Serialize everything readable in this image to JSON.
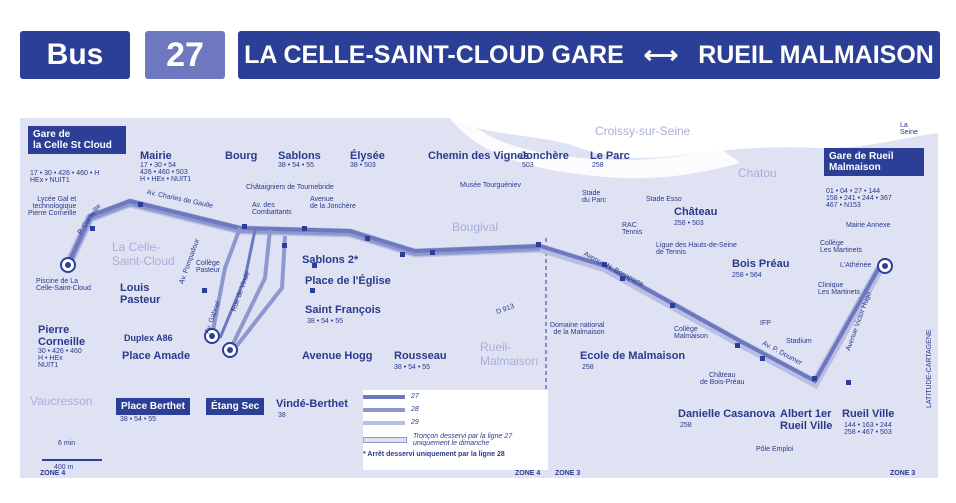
{
  "header": {
    "mode": "Bus",
    "line": "27",
    "origin": "LA CELLE-SAINT-CLOUD GARE",
    "arrow": "⟷",
    "destination": "RUEIL MALMAISON"
  },
  "colors": {
    "primary": "#2c3f96",
    "line27": "#6d78bf",
    "line28": "#8f97cf",
    "line29": "#b9bee5",
    "map_bg": "#dfe2f3"
  },
  "areas": {
    "croissy": "Croissy-sur-Seine",
    "chatou": "Chatou",
    "bougival": "Bougival",
    "la_celle": "La Celle-\nSaint-Cloud",
    "rueil": "Rueil-\nMalmaison",
    "vaucresson": "Vaucresson",
    "seine": "La\nSeine"
  },
  "stops": {
    "gare_celle": {
      "name": "Gare de\nla Celle St Cloud",
      "lines": "17 • 30 • 426 • 460 • H\nHEx • NUIT1"
    },
    "mairie": {
      "name": "Mairie",
      "lines": "17 • 30 • 54\n426 • 460 • 503\nH • HEx • NUIT1"
    },
    "bourg": {
      "name": "Bourg"
    },
    "sablons": {
      "name": "Sablons",
      "lines": "38 • 54 • 55"
    },
    "elysee": {
      "name": "Élysée",
      "lines": "38 • 503"
    },
    "chemin_vignes": {
      "name": "Chemin des Vignes"
    },
    "jonchere": {
      "name": "Jonchère",
      "lines": "503"
    },
    "le_parc": {
      "name": "Le Parc",
      "lines": "258"
    },
    "gare_rueil": {
      "name": "Gare de Rueil\nMalmaison",
      "lines": "01 • 04 • 27 • 144\n158 • 241 • 244 • 367\n467 • N153"
    },
    "louis_pasteur": {
      "name": "Louis\nPasteur"
    },
    "pierre_corneille": {
      "name": "Pierre\nCorneille",
      "lines": "30 • 426 • 460\nH • HEx\nNUIT1"
    },
    "duplex": {
      "name": "Duplex A86"
    },
    "place_amade": {
      "name": "Place Amade"
    },
    "place_berthet": {
      "name": "Place Berthet",
      "lines": "38 • 54 • 55"
    },
    "etang_sec": {
      "name": "Étang Sec"
    },
    "vinde": {
      "name": "Vindé-Berthet",
      "lines": "38"
    },
    "avenue_hogg": {
      "name": "Avenue Hogg"
    },
    "sablons2": {
      "name": "Sablons 2*"
    },
    "place_eglise": {
      "name": "Place de l'Église"
    },
    "saint_francois": {
      "name": "Saint François",
      "lines": "38 • 54 • 55"
    },
    "rousseau": {
      "name": "Rousseau",
      "lines": "38 • 54 • 55"
    },
    "ecole_malmaison": {
      "name": "Ecole de Malmaison",
      "lines": "258"
    },
    "chateau": {
      "name": "Château",
      "lines": "258 • 503"
    },
    "bois_preau": {
      "name": "Bois Préau",
      "lines": "258 • 564"
    },
    "danielle": {
      "name": "Danielle Casanova",
      "lines": "258"
    },
    "albert": {
      "name": "Albert 1er\nRueil Ville"
    },
    "rueil_ville": {
      "name": "Rueil Ville",
      "lines": "144 • 163 • 244\n258 • 467 • 503"
    }
  },
  "pois": {
    "lycee": "Lycée Gal et\ntechnologique\nPierre Corneille",
    "piscine": "Piscine de La\nCelle-Saint-Cloud",
    "college_pasteur": "Collège\nPasteur",
    "chataigniers": "Châtaigniers de Tournebride",
    "tourgueniev": "Musée Tourguéniev",
    "stade_parc": "Stade\ndu Parc",
    "stade_esso": "Stade Esso",
    "rac": "RAC\nTennis",
    "ligue": "Ligue des Hauts-de-Seine\nde Tennis",
    "domaine": "Domaine national\nde la Malmaison",
    "college_malmaison": "Collège\nMalmaison",
    "chateau_bois": "Château\nde Bois-Préau",
    "ifp": "IFP",
    "stadium": "Stadium",
    "college_martinets": "Collège\nLes Martinets",
    "athenee": "L'Athénée",
    "clinique": "Clinique\nLes Martinets",
    "mairie_annexe": "Mairie Annexe",
    "pole_emploi": "Pôle Emploi"
  },
  "streets": {
    "charles_gaulle": "Av. Charles de Gaulle",
    "combattants": "Av. des\nCombattants",
    "jonchere": "Avenue\nde la Jonchère",
    "corneille": "P. Corneille",
    "pompadour": "Av. Pompadour",
    "gabriel": "Av. Gabriel",
    "vinde": "Rue de Vindé",
    "d913": "D 913",
    "napoleon": "Avenue N. Bonaparte",
    "doumer": "Av. P. Doumer",
    "victor_hugo": "Avenue Victor Hugo"
  },
  "legend": {
    "l27": "27",
    "l28": "28",
    "l29": "29",
    "sunday": "Tronçon desservi par la ligne 27\nuniquement le dimanche",
    "note": "* Arrêt desservi uniquement par la ligne 28"
  },
  "scale": {
    "walk": "6 min",
    "distance": "400 m"
  },
  "zones": {
    "z4a": "ZONE 4",
    "z4b": "ZONE 4",
    "z3a": "ZONE 3",
    "z3b": "ZONE 3"
  },
  "credit": "LATITUDE-CARTAGENE"
}
